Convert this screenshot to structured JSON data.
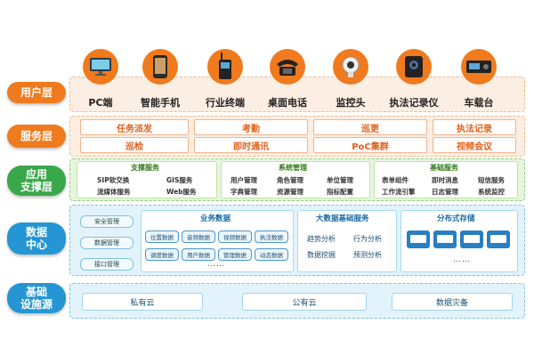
{
  "layers": {
    "user": {
      "label": "用户层",
      "color": "#f07a1e"
    },
    "service": {
      "label": "服务层",
      "color": "#f07a1e"
    },
    "support": {
      "label": "应用\n支撑层",
      "color": "#3aa74a"
    },
    "data": {
      "label": "数据\n中心",
      "color": "#2596d3"
    },
    "infra": {
      "label": "基础\n设施源",
      "color": "#2596d3"
    }
  },
  "devices": [
    {
      "label": "PC端",
      "icon": "monitor-icon"
    },
    {
      "label": "智能手机",
      "icon": "smartphone-icon"
    },
    {
      "label": "行业终端",
      "icon": "walkie-talkie-icon"
    },
    {
      "label": "桌面电话",
      "icon": "desk-phone-icon"
    },
    {
      "label": "监控头",
      "icon": "camera-icon"
    },
    {
      "label": "执法记录仪",
      "icon": "body-camera-icon"
    },
    {
      "label": "车载台",
      "icon": "car-radio-icon"
    }
  ],
  "services": [
    "任务派发",
    "考勤",
    "巡更",
    "执法记录",
    "巡检",
    "即时通讯",
    "PoC集群",
    "视频会议"
  ],
  "support": {
    "support_services": {
      "title": "支撑服务",
      "items": [
        "SIP软交换",
        "GIS服务",
        "流媒体服务",
        "Web服务"
      ]
    },
    "system_management": {
      "title": "系统管理",
      "items": [
        "用户管理",
        "角色管理",
        "单位管理",
        "字典管理",
        "资源管理",
        "指标配置"
      ]
    },
    "basic_services": {
      "title": "基础服务",
      "items": [
        "表单组件",
        "即时消息",
        "短信服务",
        "工作流引擎",
        "日志管理",
        "系统监控"
      ]
    }
  },
  "data_center": {
    "dbs": [
      "安全管理",
      "数据管理",
      "接口管理"
    ],
    "business": {
      "title": "业务数据",
      "items": [
        "位置数据",
        "音频数据",
        "视频数据",
        "执法数据",
        "调度数据",
        "用户数据",
        "管理数据",
        "动态数据"
      ],
      "more": "……"
    },
    "bigdata": {
      "title": "大数据基础服务",
      "items": [
        "趋势分析",
        "行为分析",
        "数据挖掘",
        "预测分析"
      ]
    },
    "storage": {
      "title": "分布式存储",
      "more": "……"
    }
  },
  "infrastructure": [
    "私有云",
    "公有云",
    "数据灾备"
  ]
}
